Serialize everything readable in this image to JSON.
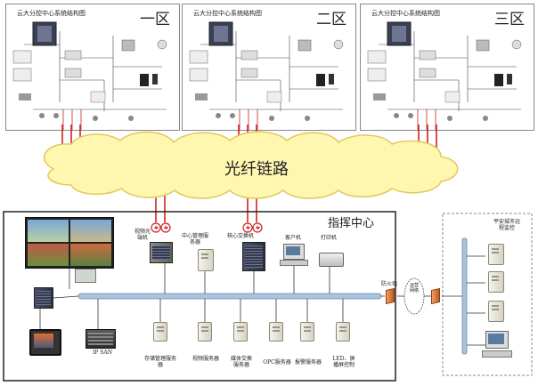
{
  "zones": [
    {
      "title": "云大分控中心系统结构图",
      "label": "一区"
    },
    {
      "title": "云大分控中心系统结构图",
      "label": "二区"
    },
    {
      "title": "云大分控中心系统结构图",
      "label": "三区"
    }
  ],
  "cloud_label": "光纤链路",
  "command_center": {
    "title": "指挥中心",
    "labels": {
      "video_optical": "视频光\n端机",
      "central_mgmt": "中心管理服\n务器",
      "core_switch": "核心交换机",
      "client": "客户机",
      "printer": "打印机",
      "firewall": "防火墙",
      "ip_san": "IP SAN",
      "storage_mgmt": "存储管理服务\n器",
      "video_server": "视频服务器",
      "media_switch": "媒体交换\n服务器",
      "opc_server": "OPC服务器",
      "alarm_server": "报警服务器",
      "led_ctrl": "LED、屏\n播屏控制"
    }
  },
  "remote": {
    "title": "平安城市远\n程监控",
    "wan_label": "运营网络"
  },
  "colors": {
    "cloud": "#fff6b0",
    "bus": "#a8c4dc",
    "fiber": "#d22222",
    "firewall": "#e07a30"
  }
}
